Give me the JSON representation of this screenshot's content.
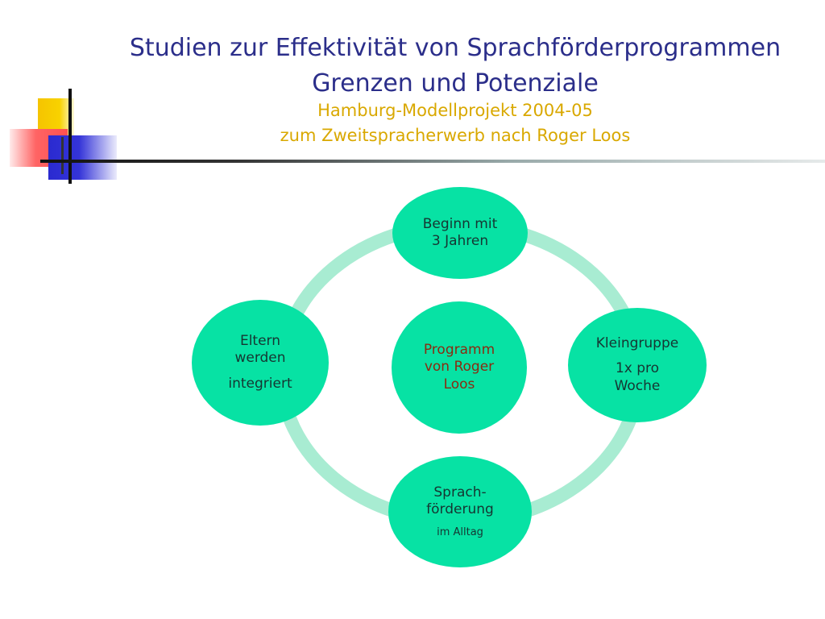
{
  "title": {
    "line1": "Studien zur Effektivität von Sprachförderprogrammen",
    "line2": "Grenzen und Potenziale",
    "line3": "Hamburg-Modellprojekt 2004-05",
    "line4": "zum Zweitspracherwerb nach Roger Loos"
  },
  "diagram": {
    "center": [
      "Programm",
      "von Roger",
      "Loos"
    ],
    "top": [
      "Beginn mit",
      "3 Jahren"
    ],
    "right": [
      "Kleingruppe",
      "1x pro",
      "Woche"
    ],
    "bottom": [
      "Sprach-",
      "förderung",
      "im Alltag"
    ],
    "left": [
      "Eltern",
      "werden",
      "integriert"
    ]
  },
  "colors": {
    "node_fill": "#07e2a4",
    "ring": "#a8ecd2",
    "title_blue": "#2b2e8a",
    "subtitle_gold": "#d9a800",
    "center_text": "#8a2b10"
  }
}
